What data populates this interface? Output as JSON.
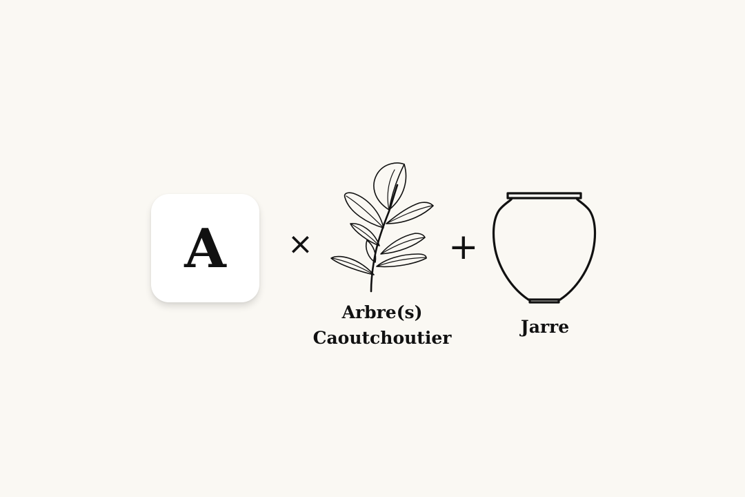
{
  "card": {
    "letter": "A"
  },
  "operators": {
    "times": "×",
    "plus": "+"
  },
  "plant": {
    "icon": "rubber-tree-leaf-icon",
    "label_line1": "Arbre(s)",
    "label_line2": "Caoutchoutier"
  },
  "jar": {
    "icon": "jar-icon",
    "label": "Jarre"
  },
  "colors": {
    "background": "#faf8f3",
    "card": "#ffffff",
    "ink": "#111111"
  }
}
